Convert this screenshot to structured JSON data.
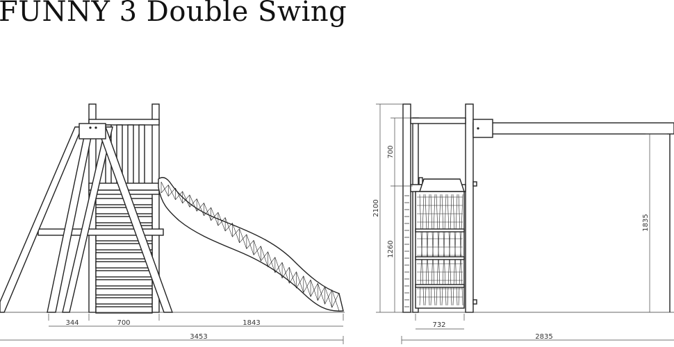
{
  "title": "FUNNY 3 Double Swing",
  "dimensions": {
    "left_span_1": "344",
    "left_span_2": "700",
    "left_span_3": "1843",
    "left_total": "3453",
    "side_width": "732",
    "side_total": "2835",
    "height_upper": "700",
    "height_total": "2100",
    "height_lower": "1260",
    "swing_height": "1835"
  }
}
